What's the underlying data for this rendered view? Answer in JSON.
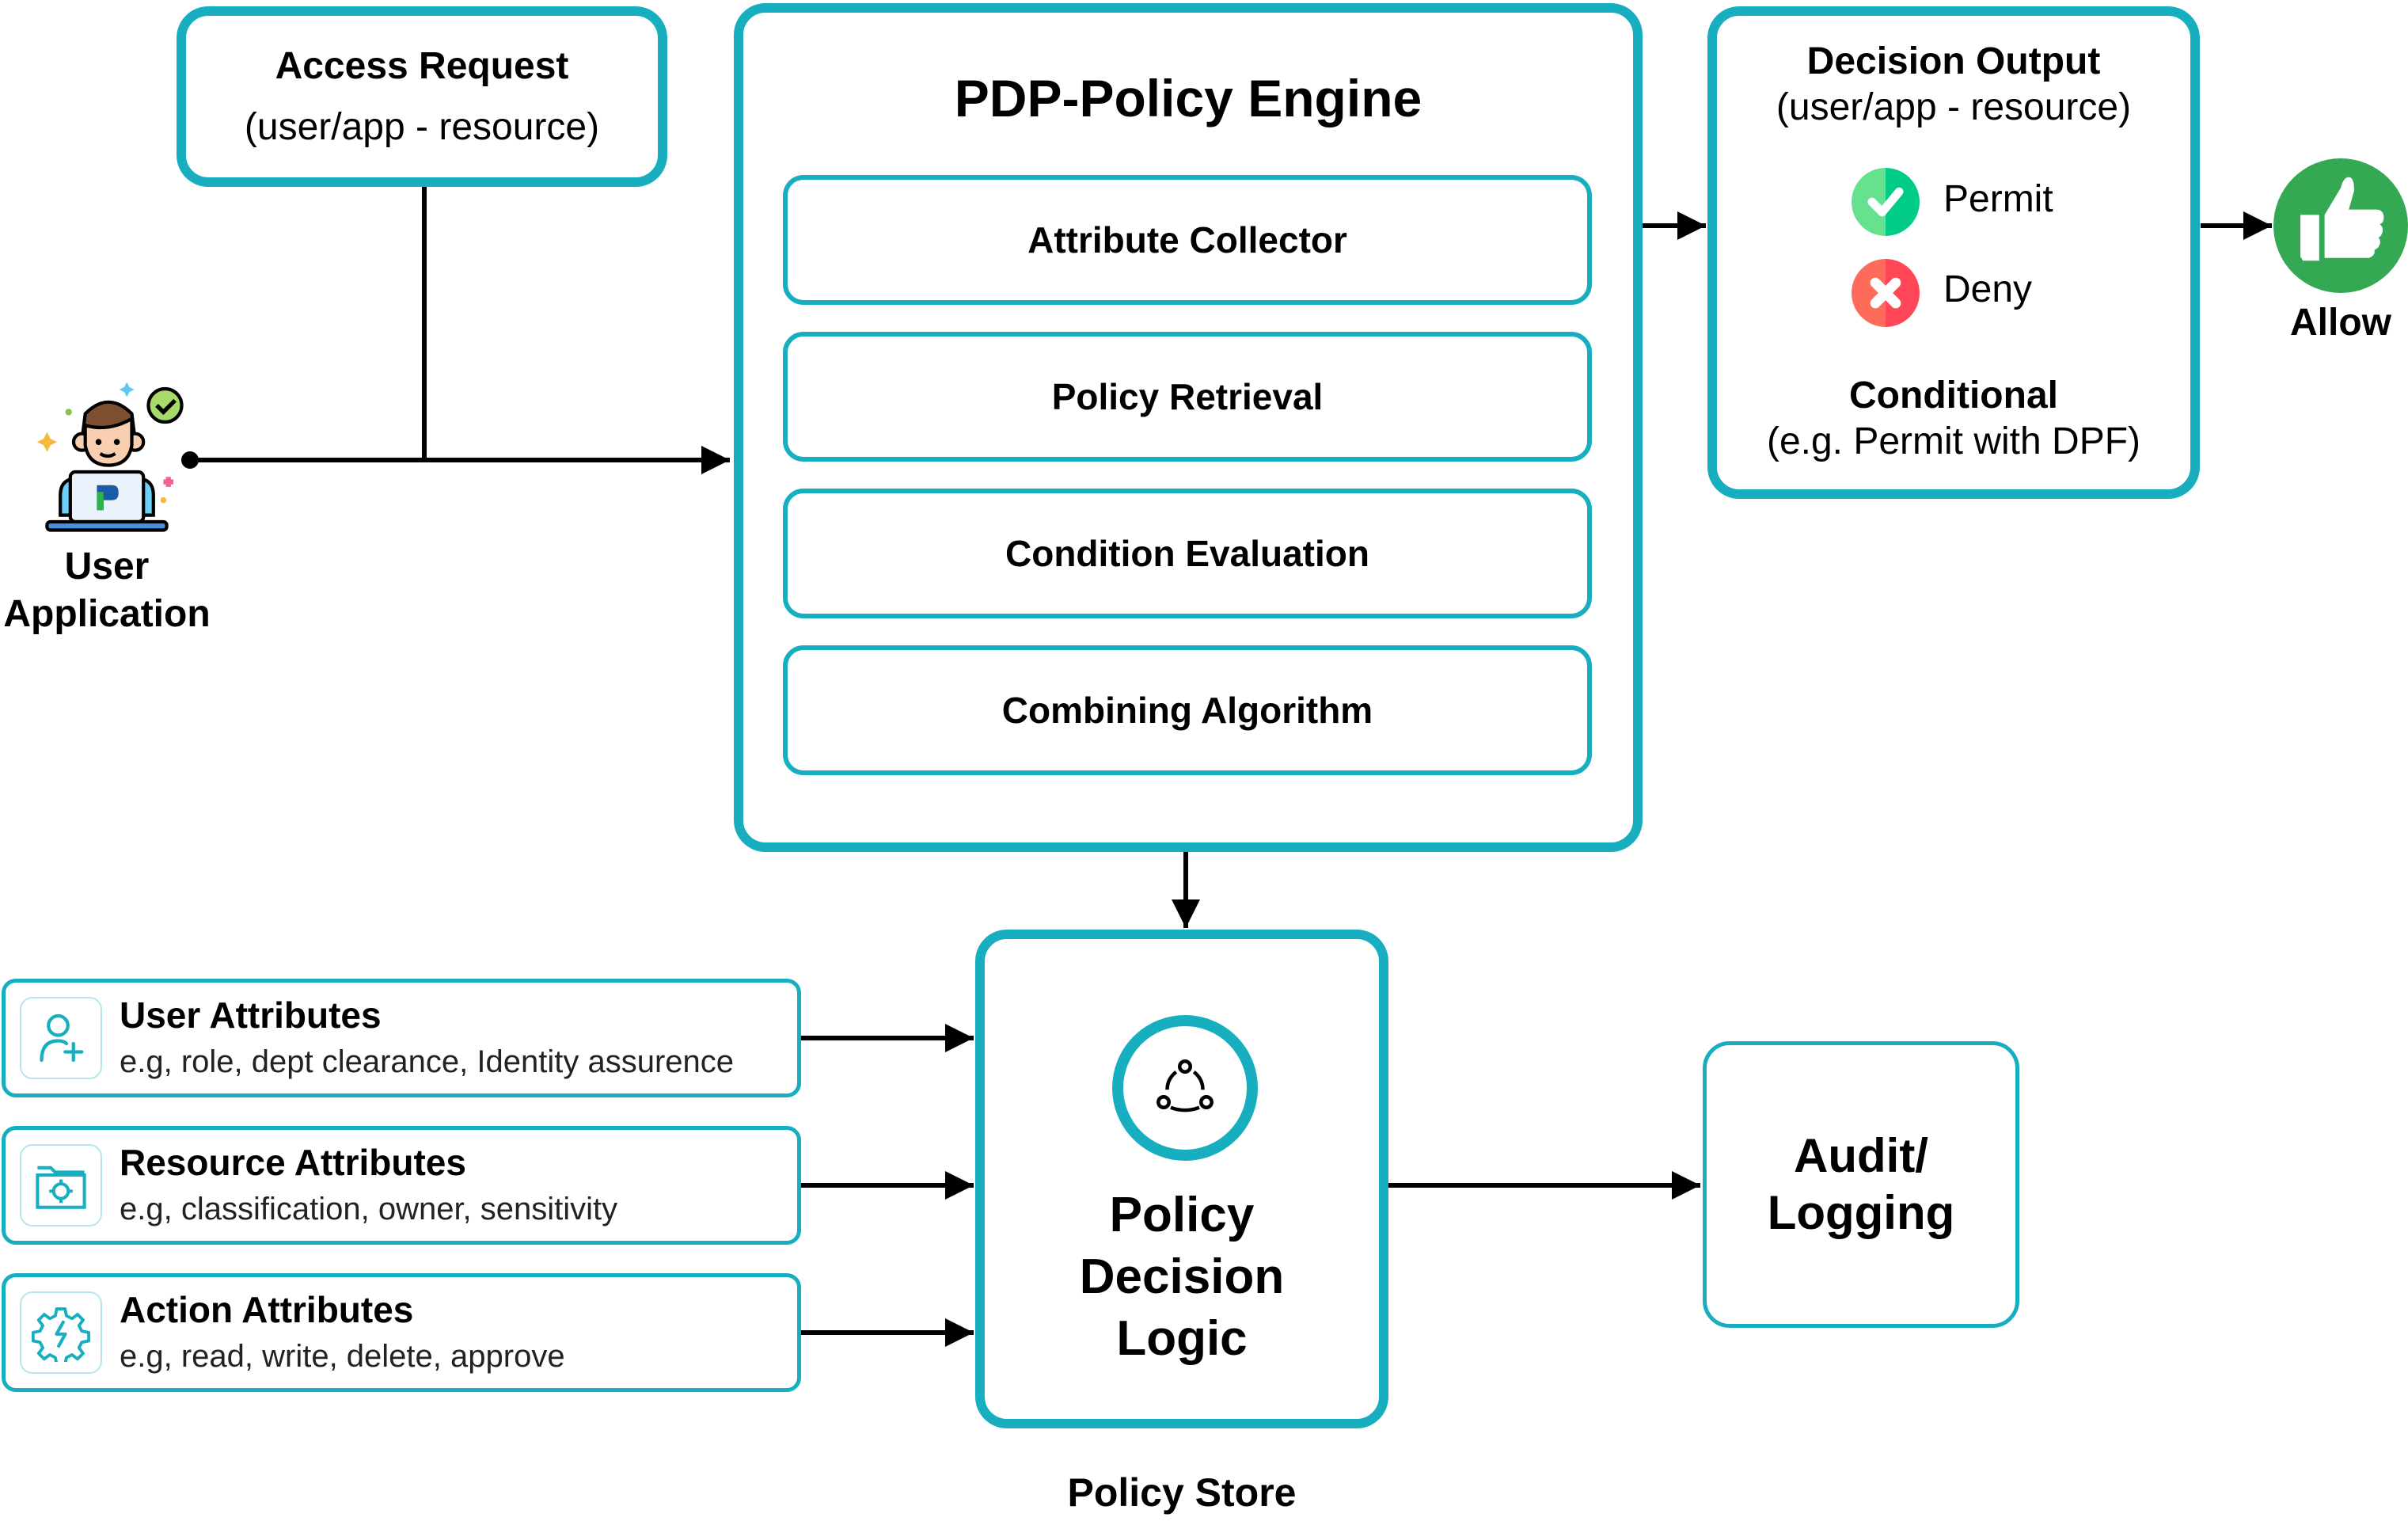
{
  "access_request": {
    "title": "Access Request",
    "subtitle": "(user/app - resource)"
  },
  "user_application": {
    "label_line1": "User",
    "label_line2": "Application",
    "icon": "user-laptop-icon"
  },
  "pdp_engine": {
    "title": "PDP-Policy Engine",
    "stages": [
      {
        "label": "Attribute Collector"
      },
      {
        "label": "Policy Retrieval"
      },
      {
        "label": "Condition Evaluation"
      },
      {
        "label": "Combining Algorithm"
      }
    ]
  },
  "decision_output": {
    "title": "Decision Output",
    "subtitle": "(user/app - resource)",
    "permit_label": "Permit",
    "deny_label": "Deny",
    "conditional_title": "Conditional",
    "conditional_desc": "(e.g. Permit with DPF)"
  },
  "allow": {
    "label": "Allow",
    "icon": "thumbs-up-icon"
  },
  "attributes": [
    {
      "title": "User Attributes",
      "desc": "e.g, role, dept clearance, Identity assurence",
      "icon": "user-plus-icon"
    },
    {
      "title": "Resource Attributes",
      "desc": "e.g, classification, owner, sensitivity",
      "icon": "folder-gear-icon"
    },
    {
      "title": "Action Attributes",
      "desc": "e.g, read, write, delete, approve",
      "icon": "gear-bolt-icon"
    }
  ],
  "policy_decision_logic": {
    "line1": "Policy",
    "line2": "Decision",
    "line3": "Logic",
    "icon": "network-cycle-icon",
    "caption": "Policy Store"
  },
  "audit": {
    "line1": "Audit/",
    "line2": "Logging"
  },
  "colors": {
    "accent": "#17afc0",
    "permit": "#2ecc8a",
    "deny": "#f2545b",
    "allow": "#34a853"
  }
}
